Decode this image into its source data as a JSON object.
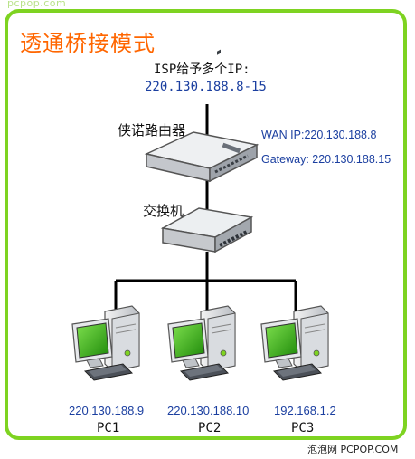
{
  "watermark_top": "pcpop.com",
  "title": "透通桥接模式",
  "isp": {
    "label": "ISP给予多个IP:",
    "range": "220.130.188.8-15"
  },
  "router": {
    "label": "侠诺路由器",
    "wan_ip": "WAN IP:220.130.188.8",
    "gateway": "Gateway: 220.130.188.15"
  },
  "switch": {
    "label": "交换机"
  },
  "pcs": [
    {
      "ip": "220.130.188.9",
      "name": "PC1"
    },
    {
      "ip": "220.130.188.10",
      "name": "PC2"
    },
    {
      "ip": "192.168.1.2",
      "name": "PC3"
    }
  ],
  "watermark_bottom": "泡泡网 PCPOP.COM",
  "colors": {
    "frame": "#7ed321",
    "title": "#ff6600",
    "ip_text": "#1b3fa0",
    "screen": "#2ea80f"
  }
}
